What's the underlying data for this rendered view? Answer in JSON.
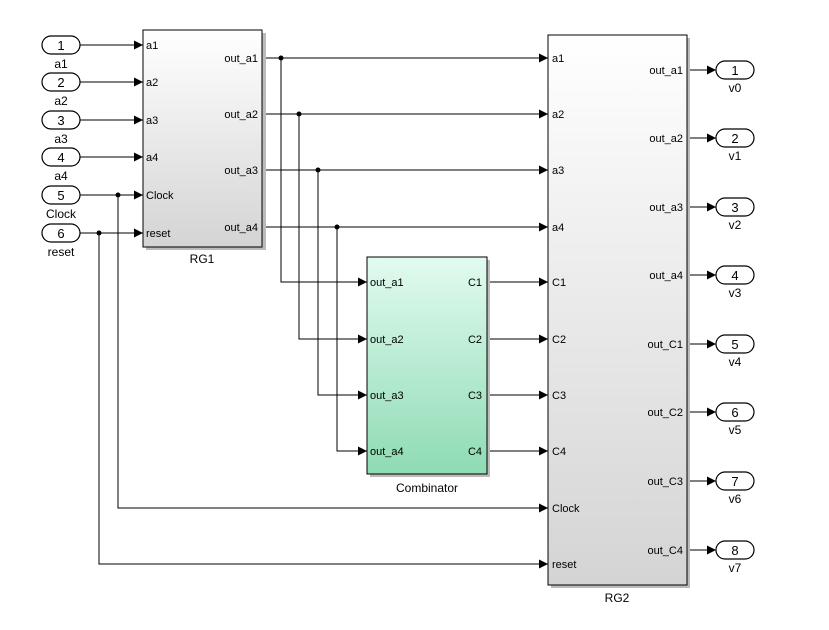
{
  "inports": [
    {
      "number": "1",
      "name": "a1"
    },
    {
      "number": "2",
      "name": "a2"
    },
    {
      "number": "3",
      "name": "a3"
    },
    {
      "number": "4",
      "name": "a4"
    },
    {
      "number": "5",
      "name": "Clock"
    },
    {
      "number": "6",
      "name": "reset"
    }
  ],
  "outports": [
    {
      "number": "1",
      "name": "v0"
    },
    {
      "number": "2",
      "name": "v1"
    },
    {
      "number": "3",
      "name": "v2"
    },
    {
      "number": "4",
      "name": "v3"
    },
    {
      "number": "5",
      "name": "v4"
    },
    {
      "number": "6",
      "name": "v5"
    },
    {
      "number": "7",
      "name": "v6"
    },
    {
      "number": "8",
      "name": "v7"
    }
  ],
  "blocks": {
    "rg1": {
      "name": "RG1",
      "inputs": [
        "a1",
        "a2",
        "a3",
        "a4",
        "Clock",
        "reset"
      ],
      "outputs": [
        "out_a1",
        "out_a2",
        "out_a3",
        "out_a4"
      ]
    },
    "combinator": {
      "name": "Combinator",
      "inputs": [
        "out_a1",
        "out_a2",
        "out_a3",
        "out_a4"
      ],
      "outputs": [
        "C1",
        "C2",
        "C3",
        "C4"
      ]
    },
    "rg2": {
      "name": "RG2",
      "inputs": [
        "a1",
        "a2",
        "a3",
        "a4",
        "C1",
        "C2",
        "C3",
        "C4",
        "Clock",
        "reset"
      ],
      "outputs": [
        "out_a1",
        "out_a2",
        "out_a3",
        "out_a4",
        "out_C1",
        "out_C2",
        "out_C3",
        "out_C4"
      ]
    }
  },
  "colors": {
    "block_top": "#ffffff",
    "block_bottom": "#d4d4d4",
    "combinator_top": "#e2fbf0",
    "combinator_bottom": "#8edbb4"
  }
}
